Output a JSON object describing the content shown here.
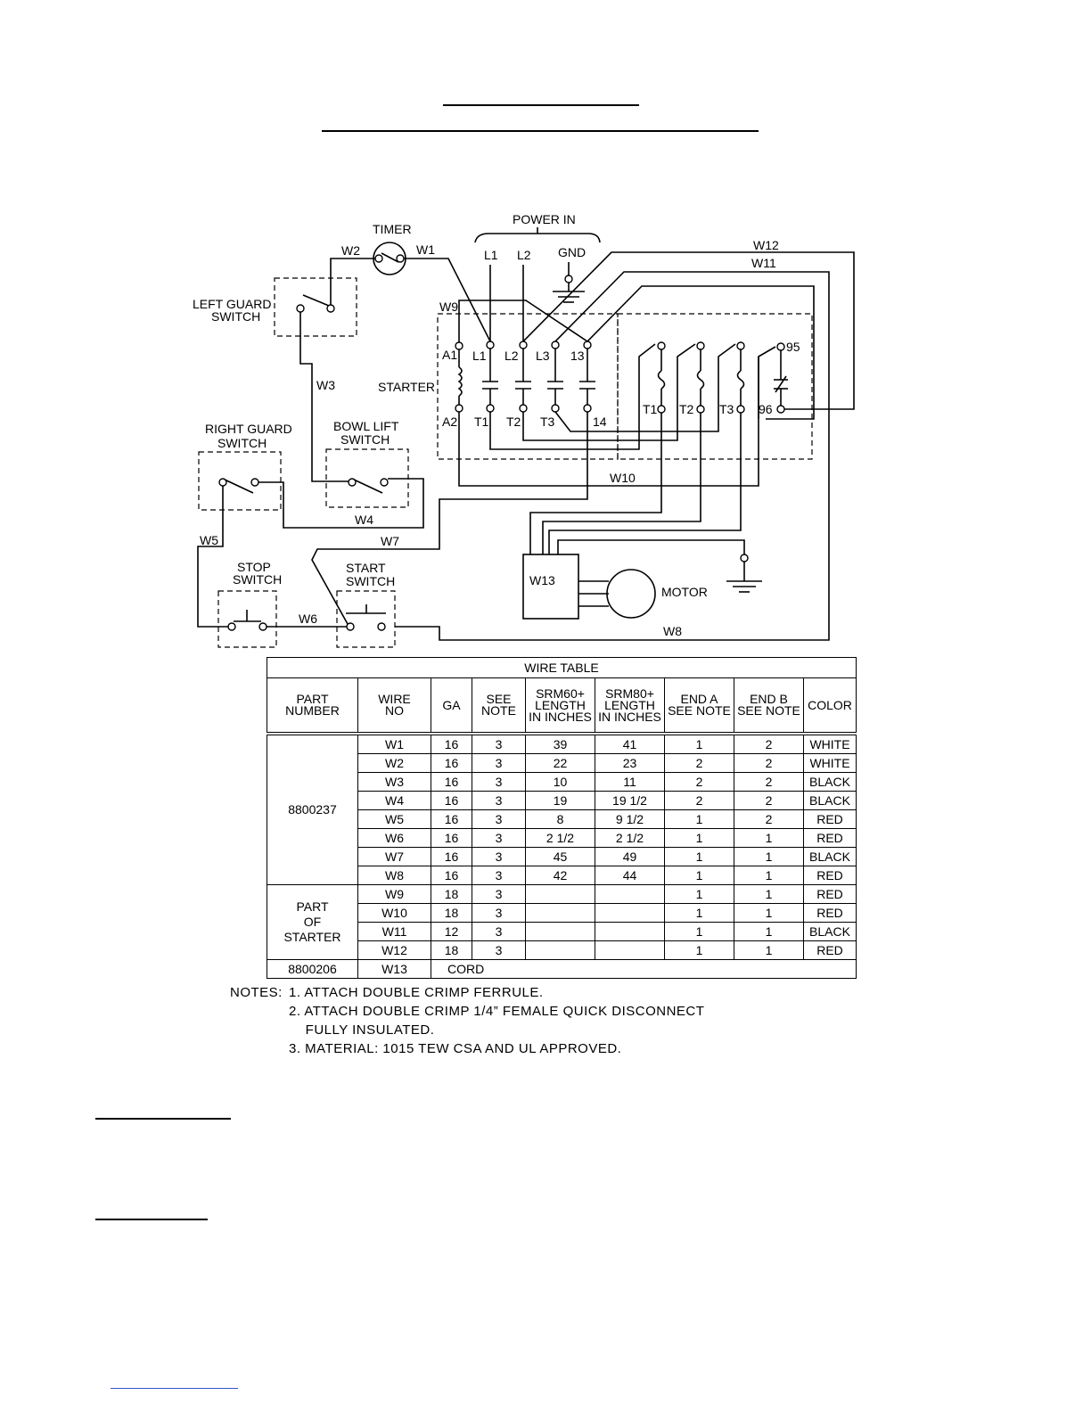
{
  "diagram": {
    "labels": {
      "power_in": "POWER IN",
      "timer": "TIMER",
      "l1": "L1",
      "l2": "L2",
      "gnd": "GND",
      "w12_top": "W12",
      "w11_top": "W11",
      "w2": "W2",
      "w1": "W1",
      "left_guard_1": "LEFT GUARD",
      "left_guard_2": "SWITCH",
      "w9": "W9",
      "starter": "STARTER",
      "a1": "A1",
      "s_l1": "L1",
      "s_l2": "L2",
      "s_l3": "L3",
      "c13": "13",
      "a2": "A2",
      "s_t1": "T1",
      "s_t2": "T2",
      "s_t3": "T3",
      "c14": "14",
      "o_t1": "T1",
      "o_t2": "T2",
      "o_t3": "T3",
      "c95": "95",
      "c96": "96",
      "w3": "W3",
      "right_guard_1": "RIGHT GUARD",
      "right_guard_2": "SWITCH",
      "bowl_lift_1": "BOWL LIFT",
      "bowl_lift_2": "SWITCH",
      "w10": "W10",
      "w4": "W4",
      "w5": "W5",
      "w7": "W7",
      "stop_1": "STOP",
      "stop_2": "SWITCH",
      "start_1": "START",
      "start_2": "SWITCH",
      "w13": "W13",
      "motor": "MOTOR",
      "w6": "W6",
      "w8": "W8"
    }
  },
  "wire_table": {
    "title": "WIRE TABLE",
    "headers": {
      "part_number": [
        "PART",
        "NUMBER"
      ],
      "wire_no": [
        "WIRE",
        "NO"
      ],
      "ga": [
        "GA"
      ],
      "see_note": [
        "SEE",
        "NOTE"
      ],
      "srm60": [
        "SRM60+",
        "LENGTH",
        "IN INCHES"
      ],
      "srm80": [
        "SRM80+",
        "LENGTH",
        "IN INCHES"
      ],
      "end_a": [
        "END A",
        "SEE NOTE"
      ],
      "end_b": [
        "END B",
        "SEE NOTE"
      ],
      "color": [
        "COLOR"
      ]
    },
    "groups": [
      {
        "part": "8800237",
        "rows": [
          [
            "W1",
            "16",
            "3",
            "39",
            "41",
            "1",
            "2",
            "WHITE"
          ],
          [
            "W2",
            "16",
            "3",
            "22",
            "23",
            "2",
            "2",
            "WHITE"
          ],
          [
            "W3",
            "16",
            "3",
            "10",
            "11",
            "2",
            "2",
            "BLACK"
          ],
          [
            "W4",
            "16",
            "3",
            "19",
            "19 1/2",
            "2",
            "2",
            "BLACK"
          ],
          [
            "W5",
            "16",
            "3",
            "8",
            "9 1/2",
            "1",
            "2",
            "RED"
          ],
          [
            "W6",
            "16",
            "3",
            "2 1/2",
            "2 1/2",
            "1",
            "1",
            "RED"
          ],
          [
            "W7",
            "16",
            "3",
            "45",
            "49",
            "1",
            "1",
            "BLACK"
          ],
          [
            "W8",
            "16",
            "3",
            "42",
            "44",
            "1",
            "1",
            "RED"
          ]
        ]
      },
      {
        "part": "PART\nOF\nSTARTER",
        "rows": [
          [
            "W9",
            "18",
            "3",
            "",
            "",
            "1",
            "1",
            "RED"
          ],
          [
            "W10",
            "18",
            "3",
            "",
            "",
            "1",
            "1",
            "RED"
          ],
          [
            "W11",
            "12",
            "3",
            "",
            "",
            "1",
            "1",
            "BLACK"
          ],
          [
            "W12",
            "18",
            "3",
            "",
            "",
            "1",
            "1",
            "RED"
          ]
        ]
      }
    ],
    "cord_row": {
      "part": "8800206",
      "wire": "W13",
      "text": "CORD"
    }
  },
  "notes": {
    "label": "NOTES:",
    "lines": [
      "1. ATTACH DOUBLE CRIMP FERRULE.",
      "2. ATTACH DOUBLE CRIMP 1/4” FEMALE QUICK DISCONNECT",
      "    FULLY INSULATED.",
      "3. MATERIAL: 1015 TEW CSA AND UL APPROVED."
    ]
  }
}
